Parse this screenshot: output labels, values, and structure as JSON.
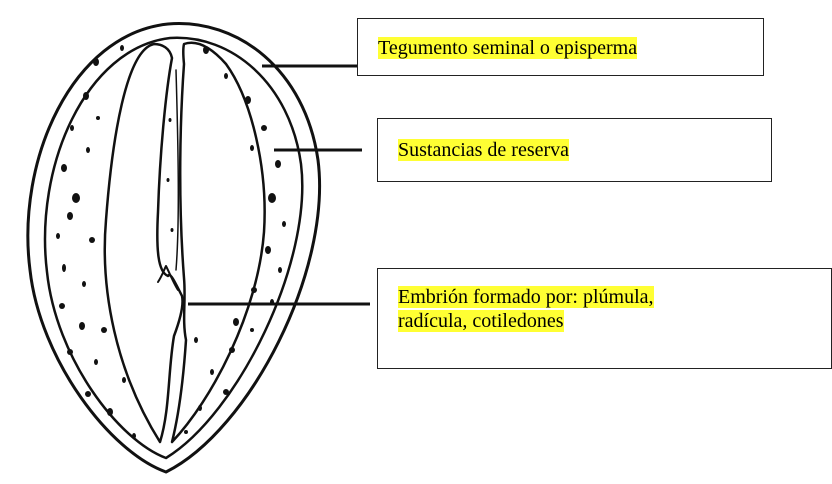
{
  "labels": {
    "tegumento": "Tegumento seminal o episperma",
    "sustancias": "Sustancias de reserva",
    "embrion_line1": "Embrión formado por: plúmula,",
    "embrion_line2": "radícula, cotiledones"
  },
  "colors": {
    "highlight": "#ffff33",
    "ink": "#111111"
  }
}
